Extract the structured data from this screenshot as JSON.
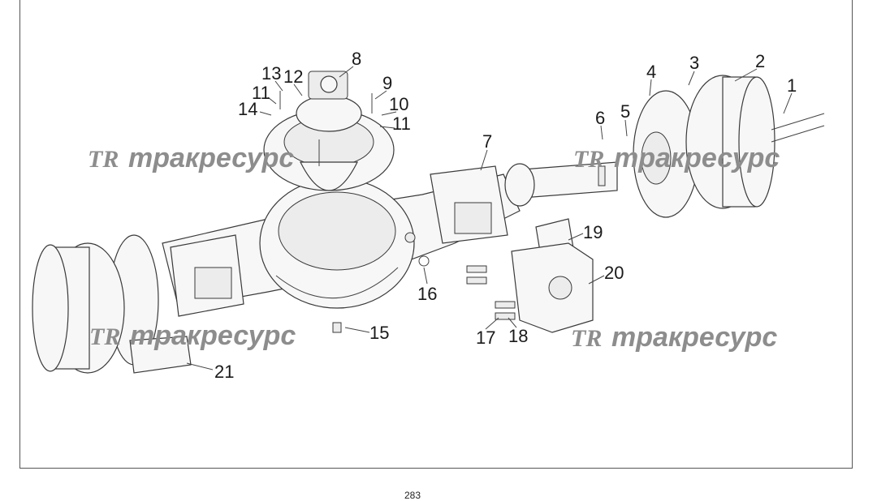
{
  "diagram": {
    "callouts": [
      "1",
      "2",
      "3",
      "4",
      "5",
      "6",
      "7",
      "8",
      "9",
      "10",
      "11",
      "11",
      "12",
      "13",
      "14",
      "15",
      "16",
      "17",
      "18",
      "19",
      "20",
      "21"
    ],
    "watermark": {
      "logo": "TR",
      "text": "тракресурс"
    },
    "page_number": "283"
  }
}
